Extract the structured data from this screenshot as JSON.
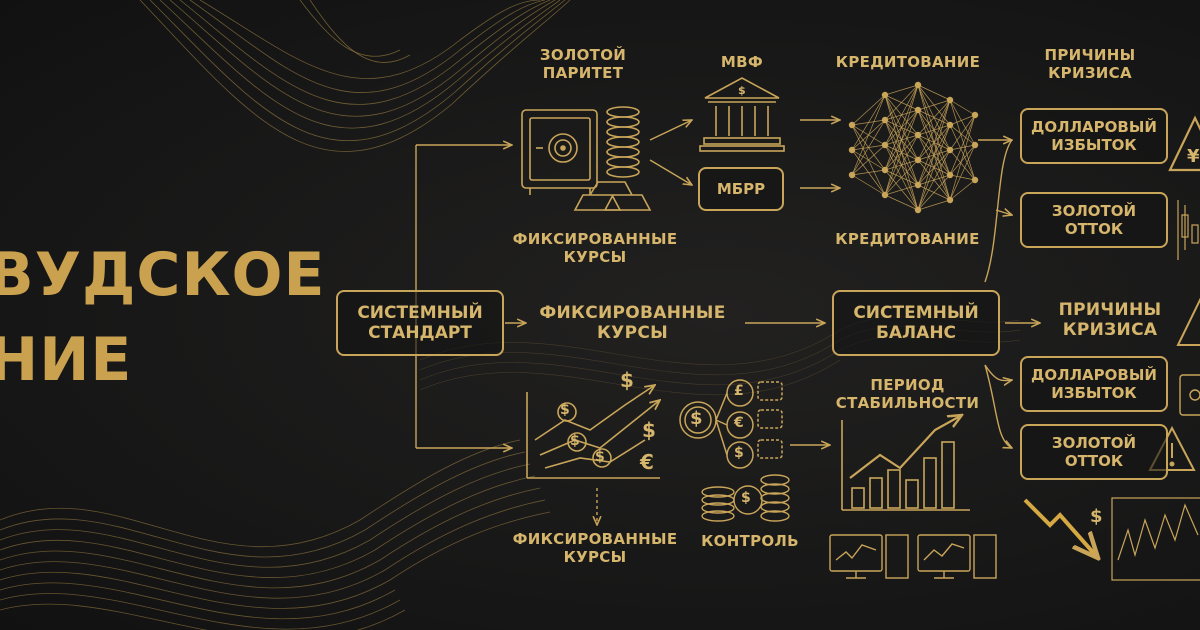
{
  "title": {
    "line1": "ВУДСКОЕ",
    "line2": "НИЕ"
  },
  "top_row": {
    "gold_parity": "ЗОЛОТОЙ\nПАРИТЕТ",
    "imf": "МВФ",
    "credit_top": "КРЕДИТОВАНИЕ",
    "causes_top": "ПРИЧИНЫ\nКРИЗИСА",
    "ibrd": "МБРР",
    "fixed_rates_1": "ФИКСИРОВАННЫЕ\nКУРСЫ",
    "credit_bottom": "КРЕДИТОВАНИЕ",
    "imf_icon_symbol": "$"
  },
  "middle_row": {
    "system_standard": "СИСТЕМНЫЙ\nСТАНДАРТ",
    "fixed_rates_2": "ФИКСИРОВАННЫЕ\nКУРСЫ",
    "system_balance": "СИСТЕМНЫЙ\nБАЛАНС",
    "causes_mid": "ПРИЧИНЫ\nКРИЗИСА"
  },
  "right_boxes": {
    "dollar_surplus_1": "ДОЛЛАРОВЫЙ\nИЗБЫТОК",
    "gold_outflow_1": "ЗОЛОТОЙ\nОТТОК",
    "dollar_surplus_2": "ДОЛЛАРОВЫЙ\nИЗБЫТОК",
    "gold_outflow_2": "ЗОЛОТОЙ\nОТТОК"
  },
  "bottom_row": {
    "stability_period": "ПЕРИОД\nСТАБИЛЬНОСТИ",
    "fixed_rates_3": "ФИКСИРОВАННЫЕ\nКУРСЫ",
    "control": "КОНТРОЛЬ"
  },
  "currency_symbols": {
    "dollar": "$",
    "euro": "€",
    "pound": "£",
    "yen": "¥"
  },
  "colors": {
    "gold": "#c9a55a",
    "gold_light": "#d6b56c",
    "background": "#161616"
  }
}
